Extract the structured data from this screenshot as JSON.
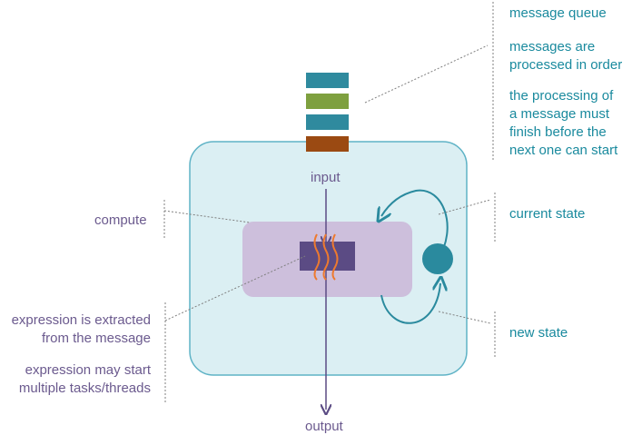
{
  "labels": {
    "message_queue": "message queue",
    "processed_in_order": [
      "messages are",
      "processed in order"
    ],
    "processing_must_finish": [
      "the processing of",
      "a message must",
      "finish before the",
      "next one can start"
    ],
    "input": "input",
    "output": "output",
    "compute": "compute",
    "current_state": "current state",
    "new_state": "new state",
    "expression_extracted": [
      "expression is extracted",
      "from the message"
    ],
    "expression_tasks": [
      "expression may start",
      "multiple tasks/threads"
    ]
  },
  "colors": {
    "actor_fill": "#dbeff3",
    "actor_stroke": "#5fb3c6",
    "compute_fill": "#cdbfdc",
    "expression_fill": "#5b4b84",
    "thread_color": "#ee7a2e",
    "teal": "#2a8a9e",
    "purple": "#6b5a8e",
    "queue": [
      "#2f8a9e",
      "#7ea03f",
      "#2f8a9e",
      "#9b4a12"
    ],
    "state_circle": "#2a8a9e"
  },
  "icons": {
    "queue": "message-queue-icon",
    "state": "state-circle-icon",
    "threads": "wavy-threads-icon"
  }
}
